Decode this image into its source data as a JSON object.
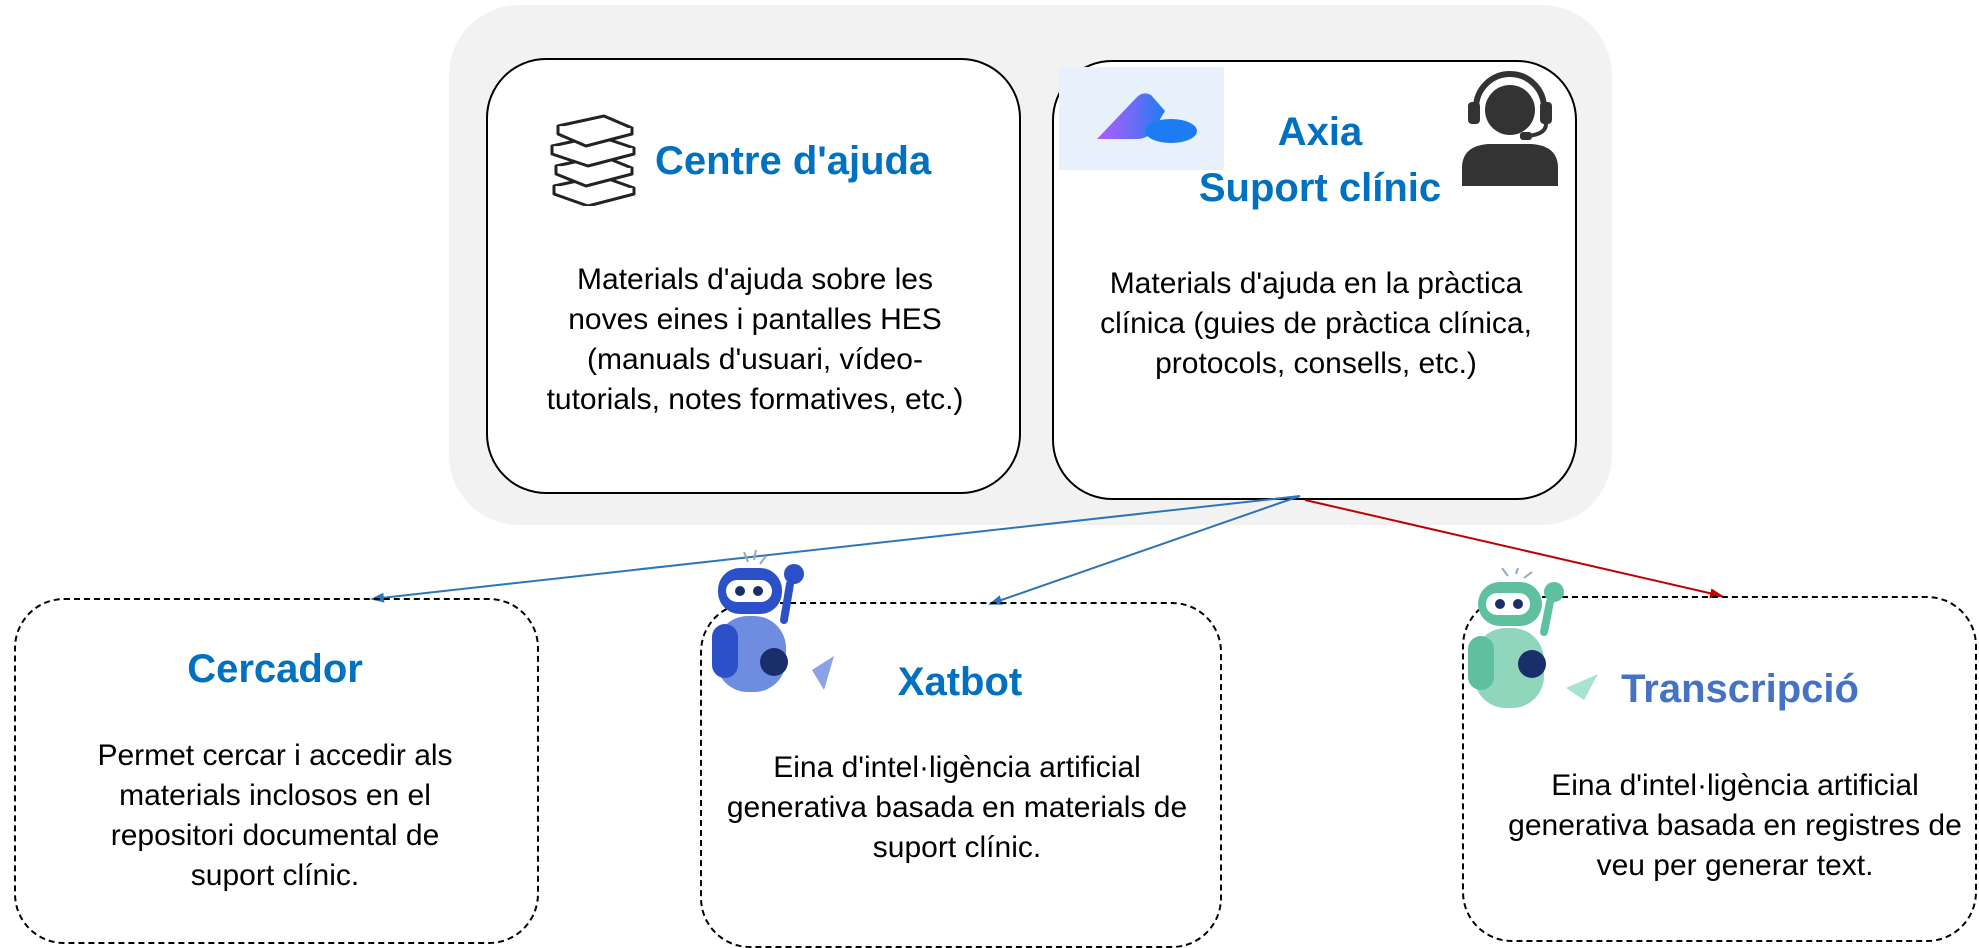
{
  "top": {
    "centre": {
      "title": "Centre d'ajuda",
      "body": "Materials d'ajuda sobre les noves eines i pantalles HES (manuals d'usuari, vídeo-tutorials, notes formatives, etc.)"
    },
    "axia": {
      "title_line1": "Axia",
      "title_line2": "Suport clínic",
      "body": "Materials d'ajuda en la pràctica clínica (guies de pràctica clínica, protocols, consells, etc.)"
    }
  },
  "bottom": {
    "cercador": {
      "title": "Cercador",
      "body": "Permet cercar i accedir als materials inclosos en el repositori documental de suport clínic."
    },
    "xatbot": {
      "title": "Xatbot",
      "body": "Eina d'intel·ligència artificial generativa basada en materials de suport clínic."
    },
    "transcripcio": {
      "title": "Transcripció",
      "body": "Eina d'intel·ligència artificial generativa basada en registres de veu per generar text."
    }
  },
  "colors": {
    "title_blue": "#0070c0",
    "arrow_blue": "#2e75b6",
    "arrow_red": "#c00000",
    "group_bg": "#f2f2f2"
  },
  "icons": [
    "books-icon",
    "axia-logo-icon",
    "support-agent-icon",
    "robot-blue-icon",
    "robot-green-icon"
  ]
}
